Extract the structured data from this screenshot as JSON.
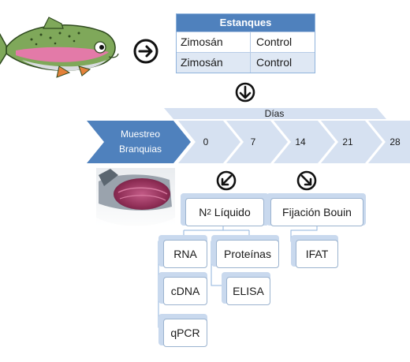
{
  "tanks": {
    "title": "Estanques",
    "rows": [
      {
        "treatment": "Zimosán",
        "control": "Control"
      },
      {
        "treatment": "Zimosán",
        "control": "Control"
      }
    ]
  },
  "timeline": {
    "days_label": "Días",
    "sampling_line1": "Muestreo",
    "sampling_line2": "Branquias",
    "days": [
      "0",
      "7",
      "14",
      "21",
      "28"
    ]
  },
  "processing": {
    "n2_prefix": "N",
    "n2_subscript": "2",
    "n2_suffix": " Líquido",
    "fixation": "Fijación Bouin"
  },
  "analyses": {
    "rna": "RNA",
    "cdna": "cDNA",
    "qpcr": "qPCR",
    "proteins": "Proteínas",
    "elisa": "ELISA",
    "ifat": "IFAT"
  },
  "colors": {
    "header_blue": "#4f81bd",
    "chevron_light": "#d6e1f1",
    "chevron_dark": "#4f81bd",
    "box_border": "#9bb3cf"
  }
}
